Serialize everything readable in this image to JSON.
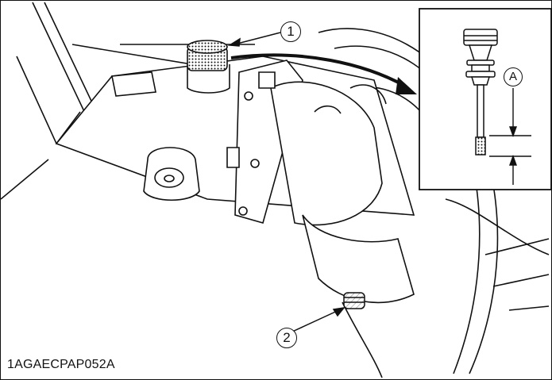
{
  "figure": {
    "code": "1AGAECPAP052A",
    "callouts": [
      {
        "id": "oil-filler-plug",
        "label": "1"
      },
      {
        "id": "drain-plug",
        "label": "2"
      }
    ],
    "inset": {
      "dimension_label": "A"
    },
    "colors": {
      "line": "#111111",
      "background": "#ffffff",
      "shade": "#bdbdbd"
    }
  }
}
